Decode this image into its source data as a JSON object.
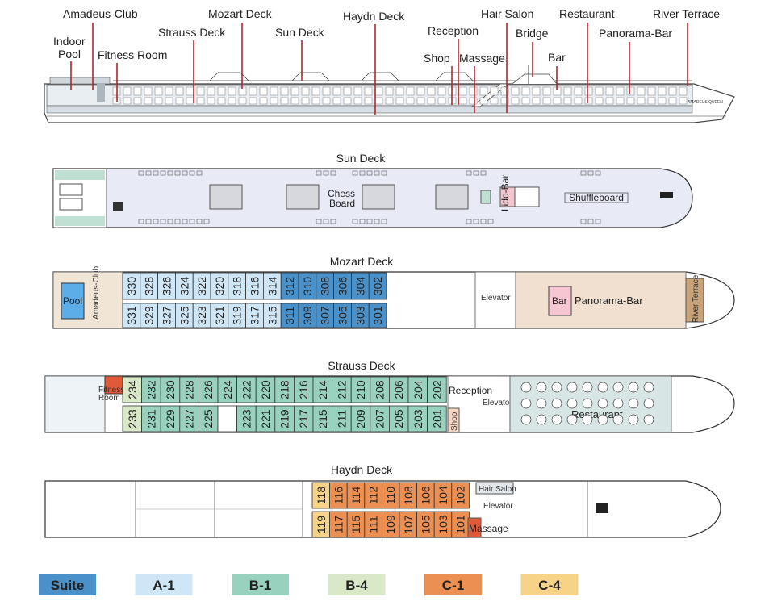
{
  "side_labels": [
    "Amadeus-Club",
    "Indoor Pool",
    "Fitness Room",
    "Strauss Deck",
    "Mozart Deck",
    "Sun Deck",
    "Haydn Deck",
    "Reception",
    "Shop",
    "Massage",
    "Hair Salon",
    "Bridge",
    "Bar",
    "Restaurant",
    "Panorama-Bar",
    "River Terrace"
  ],
  "ship_name": "AMADEUS QUEEN",
  "sun_deck": {
    "title": "Sun Deck",
    "chess": "Chess Board",
    "lido": "Lido-Bar",
    "shuffle": "Shuffleboard"
  },
  "mozart_deck": {
    "title": "Mozart Deck",
    "pool": "Pool",
    "club": "Amadeus-Club",
    "elevator": "Elevator",
    "bar": "Bar",
    "panorama": "Panorama-Bar",
    "terrace": "River Terrace",
    "top": [
      "330",
      "328",
      "326",
      "324",
      "322",
      "320",
      "318",
      "316",
      "314",
      "312",
      "310",
      "308",
      "306",
      "304",
      "302"
    ],
    "bottom": [
      "331",
      "329",
      "327",
      "325",
      "323",
      "321",
      "319",
      "317",
      "315",
      "311",
      "309",
      "307",
      "305",
      "303",
      "301"
    ]
  },
  "strauss_deck": {
    "title": "Strauss Deck",
    "fitness": "Fitness Room",
    "reception": "Reception",
    "elevator": "Elevator",
    "shop": "Shop",
    "restaurant": "Restaurant",
    "top": [
      "234",
      "232",
      "230",
      "228",
      "226",
      "224",
      "222",
      "220",
      "218",
      "216",
      "214",
      "212",
      "210",
      "208",
      "206",
      "204",
      "202"
    ],
    "bottom": [
      "233",
      "231",
      "229",
      "227",
      "225",
      "",
      "223",
      "221",
      "219",
      "217",
      "215",
      "211",
      "209",
      "207",
      "205",
      "203",
      "201"
    ]
  },
  "haydn_deck": {
    "title": "Haydn Deck",
    "hair": "Hair Salon",
    "elevator": "Elevator",
    "massage": "Massage",
    "top": [
      "118",
      "116",
      "114",
      "112",
      "110",
      "108",
      "106",
      "104",
      "102"
    ],
    "bottom": [
      "119",
      "117",
      "115",
      "111",
      "109",
      "107",
      "105",
      "103",
      "101"
    ]
  },
  "legend": [
    {
      "label": "Suite",
      "color": "#4a90c9"
    },
    {
      "label": "A-1",
      "color": "#cfe6f6"
    },
    {
      "label": "B-1",
      "color": "#98d1bd"
    },
    {
      "label": "B-4",
      "color": "#d9e8c7"
    },
    {
      "label": "C-1",
      "color": "#ec8f53"
    },
    {
      "label": "C-4",
      "color": "#f6d386"
    }
  ]
}
